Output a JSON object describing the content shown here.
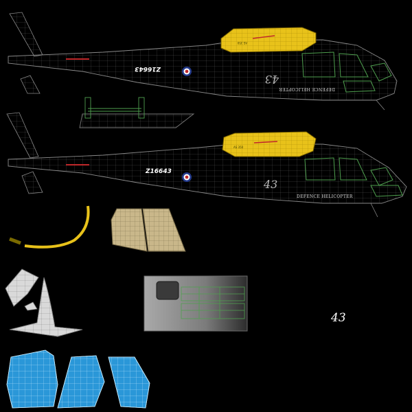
{
  "texture_sheet": {
    "top_view": {
      "serial": "Z16643",
      "number": "43",
      "livery": "DEFENCE HELICOPTER",
      "cowl_text": "AS 350"
    },
    "bottom_view": {
      "serial": "Z16643",
      "number": "43",
      "livery": "DEFENCE HELICOPTER",
      "cowl_text": "AS 350"
    },
    "standalone_number": "43"
  },
  "colors": {
    "background": "#000000",
    "wire": "#8a8a8a",
    "green_wire": "#4fa04f",
    "cowl_yellow": "#e8c21a",
    "red_stripe": "#c0282a",
    "roundel_blue": "#233a8c",
    "roundel_red": "#c0282a",
    "skid_fill": "#c9b78a",
    "panel_grey": "#b9b9b9",
    "fin_fill": "#d9d9d9",
    "glass_blue": "#2a97d8"
  }
}
